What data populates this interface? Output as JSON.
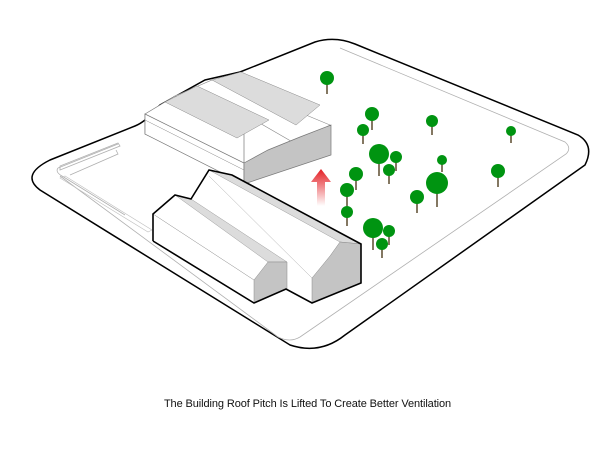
{
  "diagram": {
    "caption": "The Building Roof Pitch Is Lifted To Create Better Ventilation",
    "colors": {
      "tree_canopy": "#009411",
      "tree_trunk": "#5a4a2e",
      "arrow": "#e31e24",
      "roof_light": "#dcdcdc",
      "wall_shade": "#c4c4c4",
      "outline": "#000000",
      "site_line": "#b0b0b0"
    },
    "elements": [
      "site-boundary",
      "existing-building",
      "lifted-roof-building",
      "ventilation-arrow",
      "trees"
    ]
  }
}
